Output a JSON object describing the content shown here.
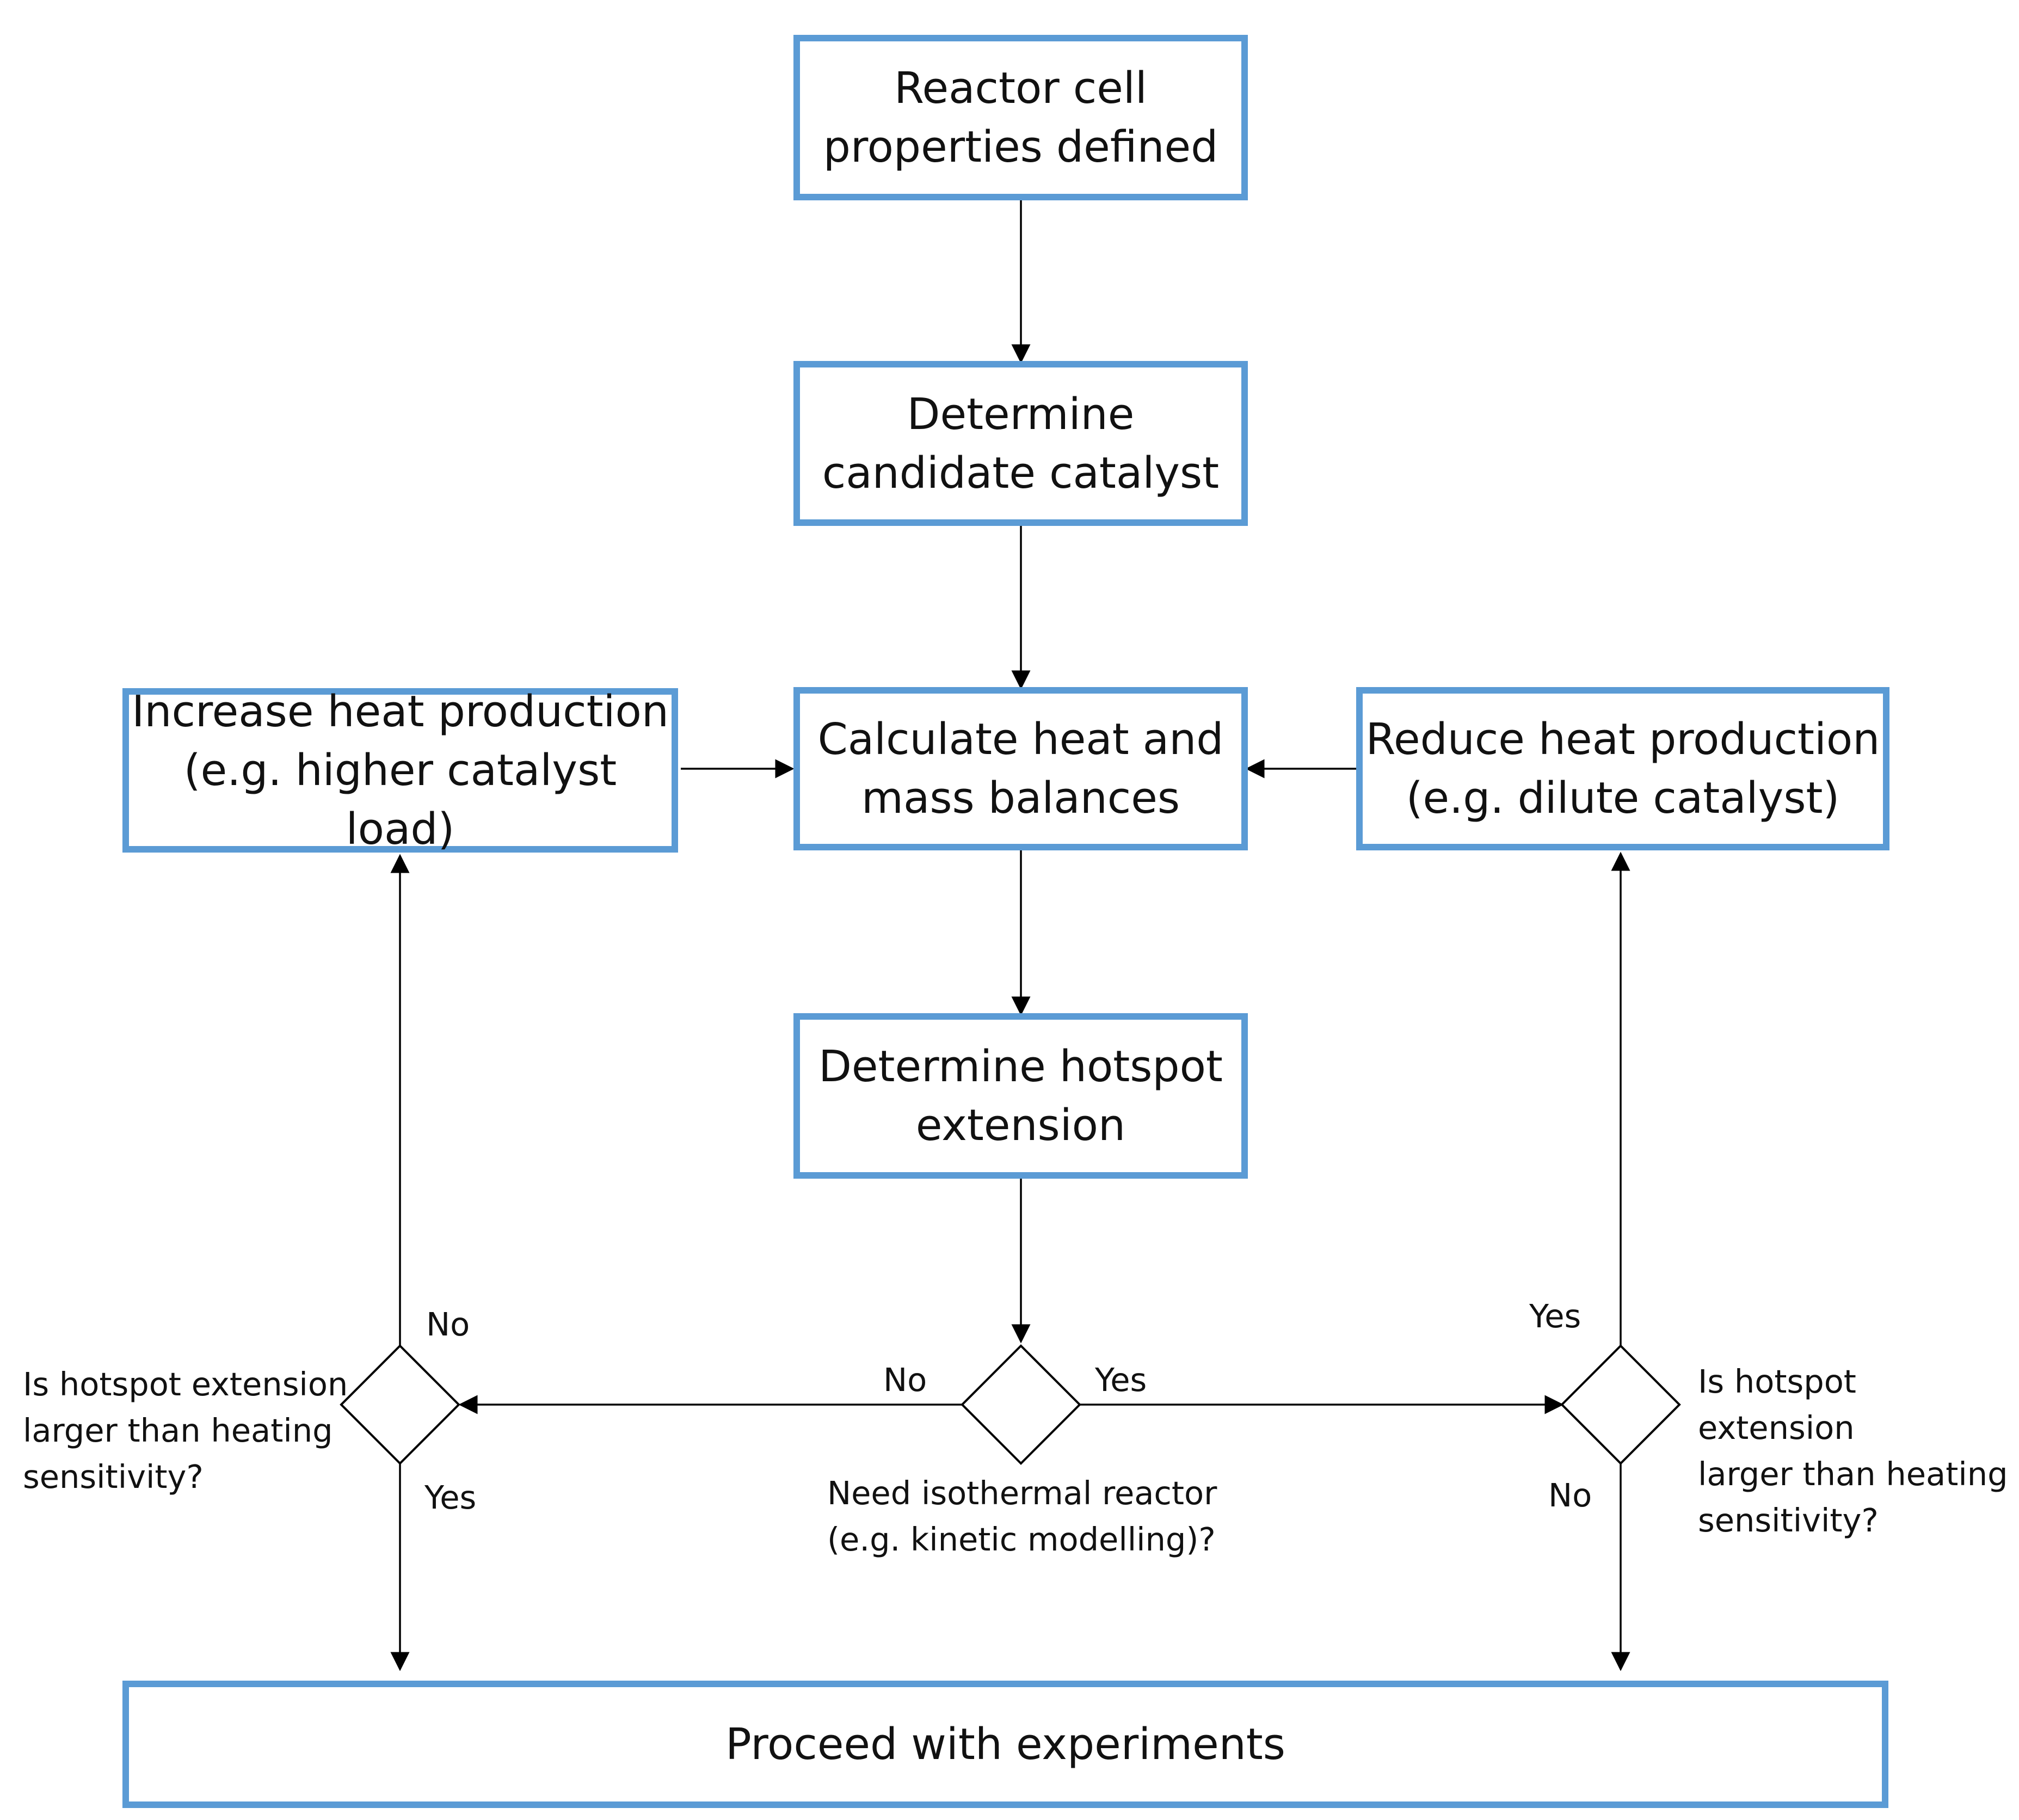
{
  "boxes": {
    "reactor_cell": "Reactor cell\nproperties defined",
    "candidate_catalyst": "Determine\ncandidate catalyst",
    "heat_mass_balances": "Calculate heat and\nmass balances",
    "increase_heat": "Increase heat production\n(e.g. higher catalyst load)",
    "reduce_heat": "Reduce heat production\n(e.g. dilute catalyst)",
    "hotspot_extension": "Determine hotspot\nextension",
    "proceed": "Proceed with experiments"
  },
  "decisions": {
    "isothermal": "Need isothermal reactor\n(e.g. kinetic modelling)?",
    "left_hotspot": "Is hotspot extension\nlarger than heating\nsensitivity?",
    "right_hotspot": "Is hotspot extension\nlarger than heating\nsensitivity?"
  },
  "edge_labels": {
    "isothermal_no": "No",
    "isothermal_yes": "Yes",
    "left_no": "No",
    "left_yes": "Yes",
    "right_yes": "Yes",
    "right_no": "No"
  },
  "colors": {
    "box_border": "#5B9BD5",
    "line": "#000000"
  }
}
